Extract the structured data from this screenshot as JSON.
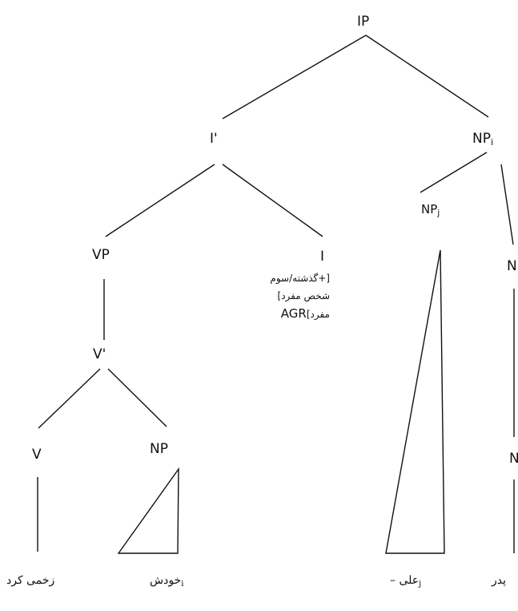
{
  "tree": {
    "nodes": {
      "ip": "IP",
      "i_bar": "I'",
      "np_i": {
        "base": "NP",
        "index": "i"
      },
      "vp": "VP",
      "i": "I",
      "np_j": {
        "base": "NP",
        "index": "j"
      },
      "n_upper": "N",
      "v_bar": "V'",
      "v": "V",
      "np_obj": "NP",
      "n_lower": "N"
    },
    "features": {
      "line1": "[+گذشته/سوم",
      "line2": "شخص مفرد]",
      "line3_prefix": "مفرد]",
      "line3_agr": "AGR"
    },
    "leaves": {
      "verb": "زخمی کرد",
      "reflexive": {
        "word": "خودش",
        "index": "i"
      },
      "ali": {
        "word": "– علی",
        "index": "j"
      },
      "father": "پدر"
    }
  }
}
